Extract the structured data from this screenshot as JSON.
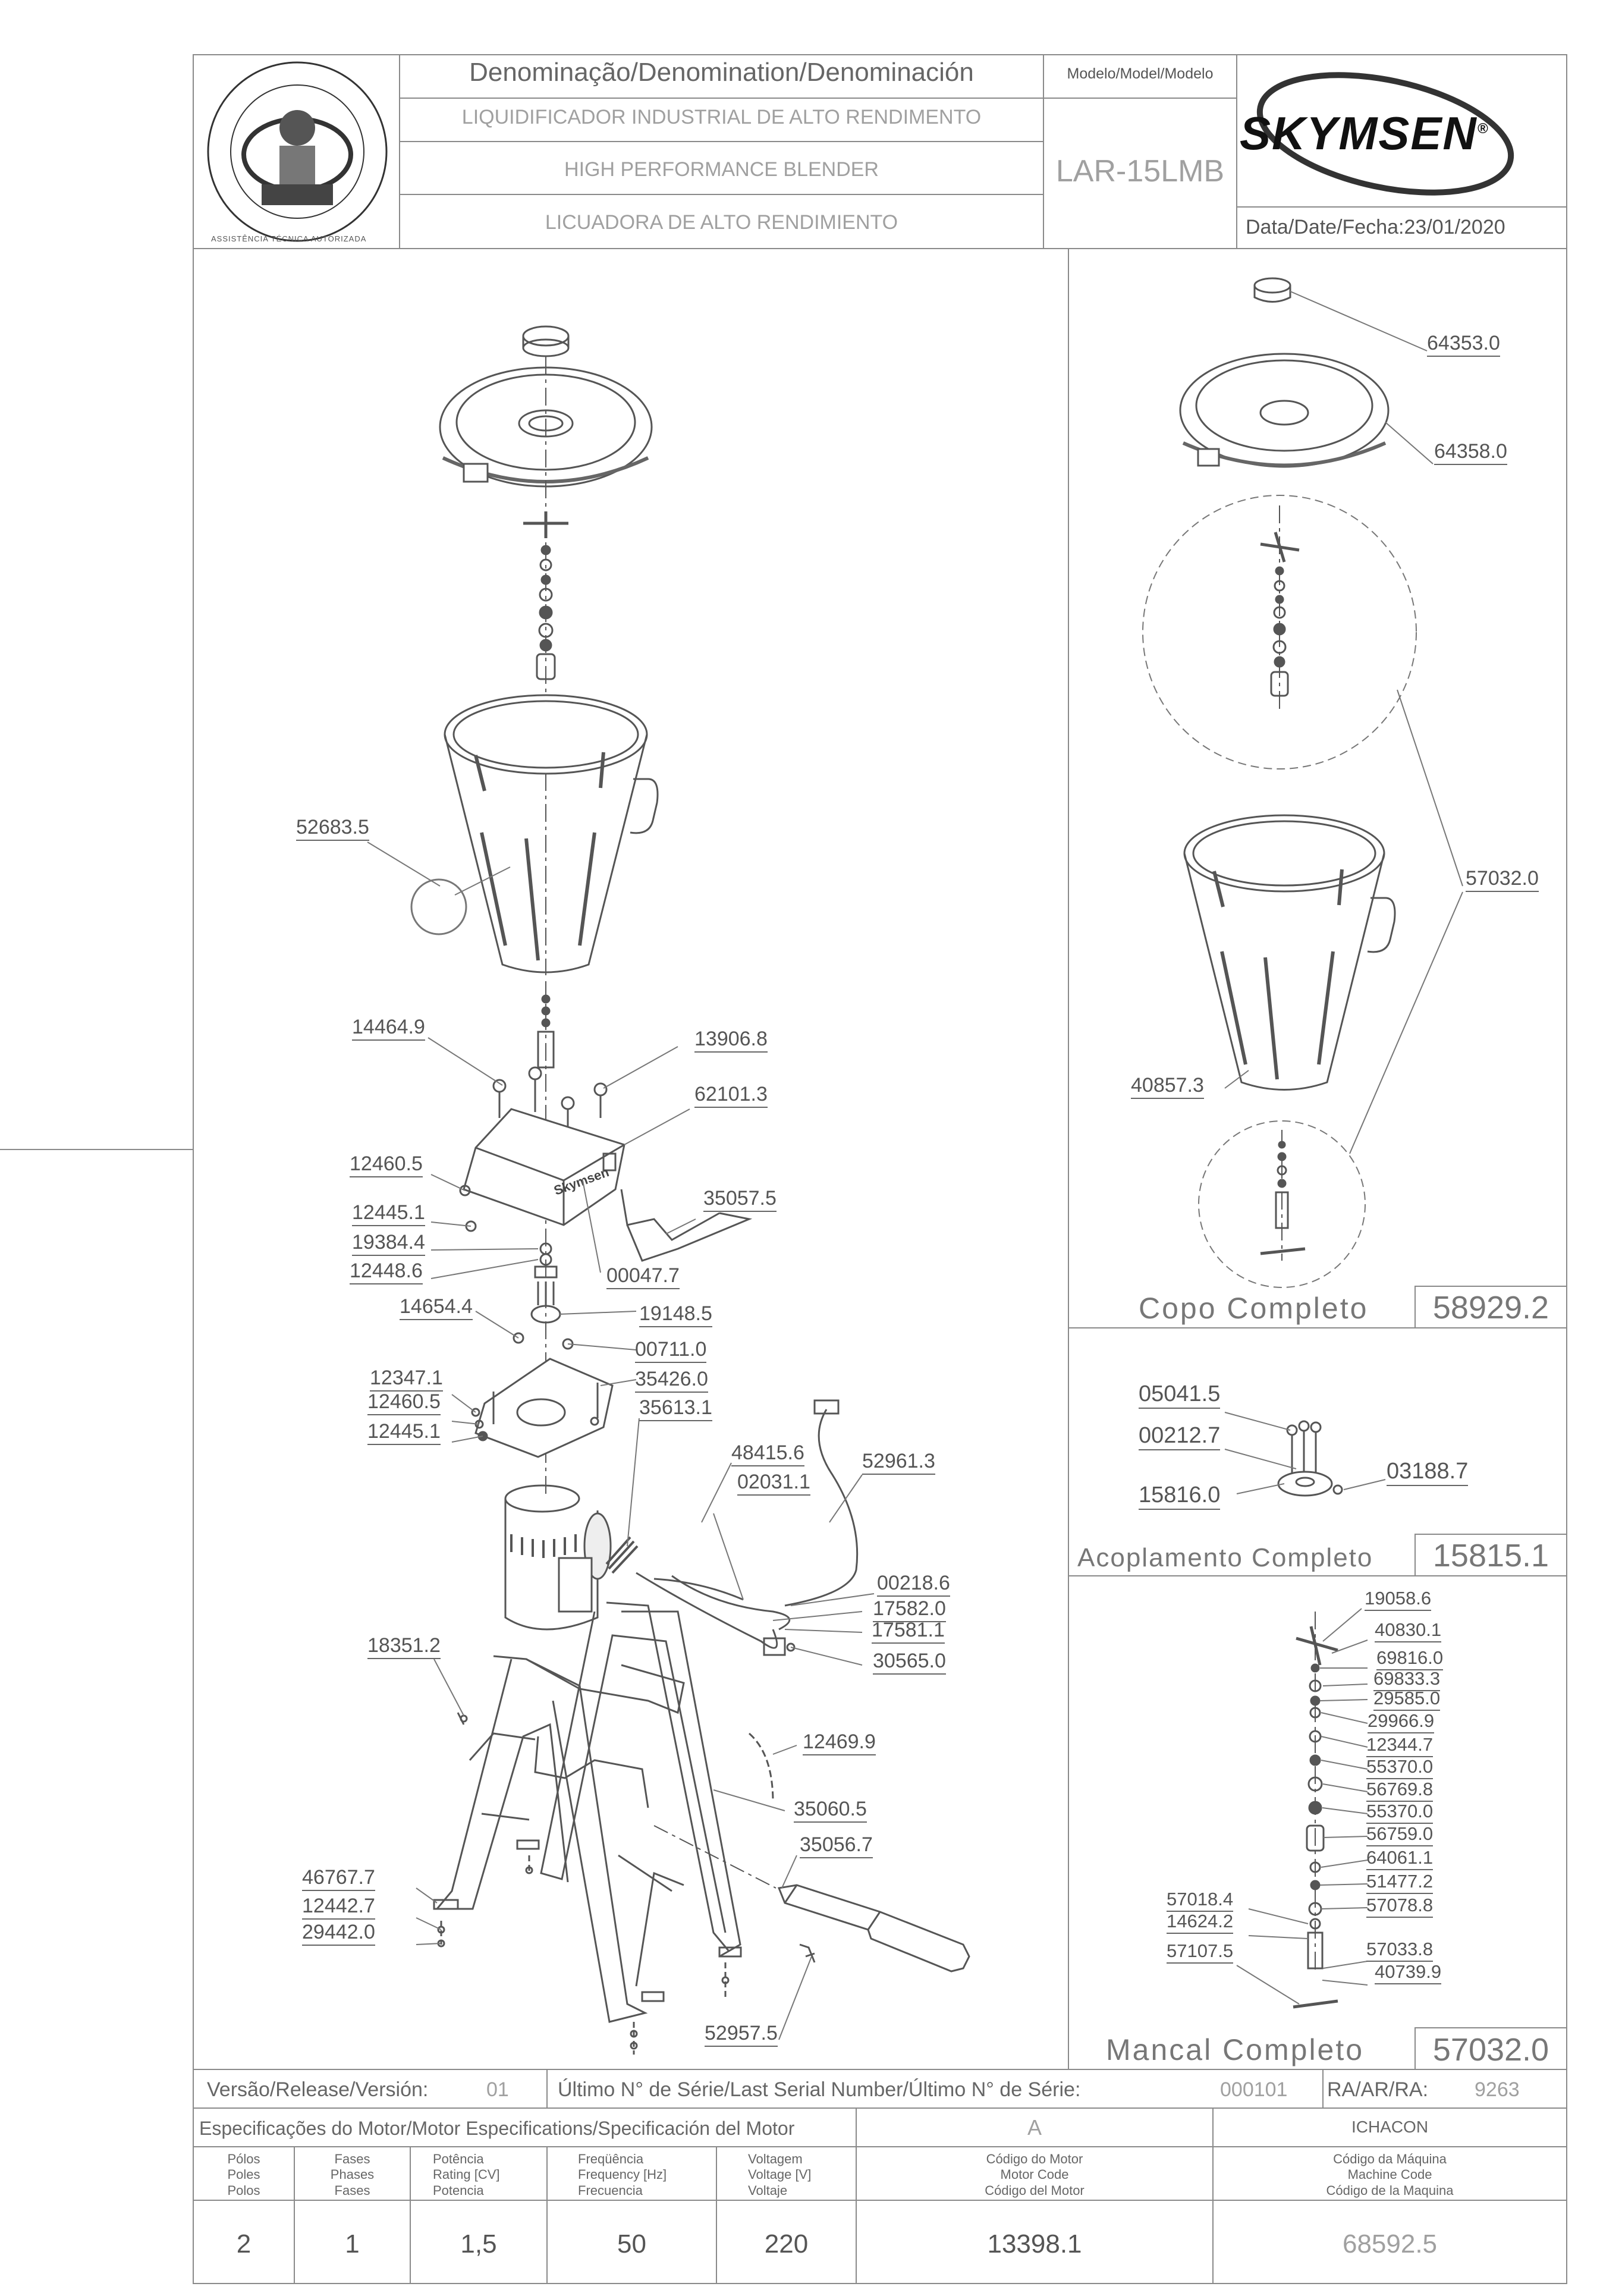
{
  "header": {
    "denomination_title": "Denominação/Denomination/Denominación",
    "name_pt": "LIQUIDIFICADOR INDUSTRIAL DE ALTO RENDIMENTO",
    "name_en": "HIGH PERFORMANCE BLENDER",
    "name_es": "LICUADORA DE ALTO RENDIMIENTO",
    "model_title": "Modelo/Model/Modelo",
    "model_value": "LAR-15LMB",
    "brand": "SKYMSEN",
    "registered": "®",
    "date_label": "Data/Date/Fecha:",
    "date_value": "23/01/2020",
    "seal_text": "ASSISTÊNCIA TÉCNICA AUTORIZADA"
  },
  "main_labels": [
    "52683.5",
    "14464.9",
    "13906.8",
    "62101.3",
    "12460.5",
    "12445.1",
    "35057.5",
    "19384.4",
    "12448.6",
    "00047.7",
    "14654.4",
    "19148.5",
    "00711.0",
    "12347.1",
    "35426.0",
    "12460.5",
    "12445.1",
    "35613.1",
    "48415.6",
    "02031.1",
    "52961.3",
    "00218.6",
    "17582.0",
    "17581.1",
    "30565.0",
    "18351.2",
    "12469.9",
    "35060.5",
    "35056.7",
    "46767.7",
    "12442.7",
    "29442.0",
    "52957.5"
  ],
  "copo": {
    "labels": [
      "64353.0",
      "64358.0",
      "57032.0",
      "40857.3"
    ],
    "title": "Copo Completo",
    "code": "58929.2"
  },
  "acoplamento": {
    "labels": [
      "05041.5",
      "00212.7",
      "03188.7",
      "15816.0"
    ],
    "title": "Acoplamento Completo",
    "code": "15815.1"
  },
  "mancal": {
    "labels": [
      "19058.6",
      "40830.1",
      "69816.0",
      "69833.3",
      "29585.0",
      "29966.9",
      "12344.7",
      "55370.0",
      "56769.8",
      "55370.0",
      "56759.0",
      "64061.1",
      "51477.2",
      "57078.8",
      "57018.4",
      "14624.2",
      "57107.5",
      "57033.8",
      "40739.9"
    ],
    "title": "Mancal Completo",
    "code": "57032.0"
  },
  "footer": {
    "release_label": "Versão/Release/Versión:",
    "release_value": "01",
    "serial_label": "Último N° de Série/Last Serial Number/Último N° de Série:",
    "serial_value": "000101",
    "ra_label": "RA/AR/RA:",
    "ra_value": "9263",
    "motor_spec_title": "Especificações do Motor/Motor Especifications/Specificación del Motor",
    "motor_spec_rev": "A",
    "author": "ICHACON",
    "col_poles": [
      "Pólos",
      "Poles",
      "Polos"
    ],
    "col_phases": [
      "Fases",
      "Phases",
      "Fases"
    ],
    "col_rating": [
      "Potência",
      "Rating [CV]",
      "Potencia"
    ],
    "col_freq": [
      "Freqüência",
      "Frequency [Hz]",
      "Frecuencia"
    ],
    "col_voltage": [
      "Voltagem",
      "Voltage [V]",
      "Voltaje"
    ],
    "col_motor_code": [
      "Código do Motor",
      "Motor Code",
      "Código del Motor"
    ],
    "col_machine_code": [
      "Código da Máquina",
      "Machine Code",
      "Código de la Maquina"
    ],
    "values": {
      "poles": "2",
      "phases": "1",
      "rating": "1,5",
      "frequency": "50",
      "voltage": "220",
      "motor_code": "13398.1",
      "machine_code": "68592.5"
    }
  }
}
